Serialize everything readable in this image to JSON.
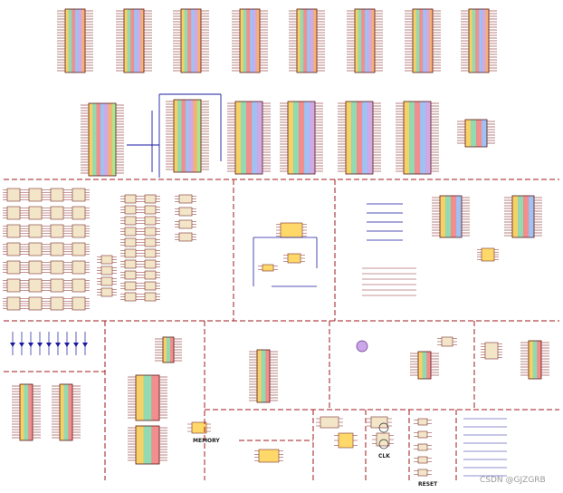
{
  "labels": {
    "memory": "MEMORY",
    "clk": "CLK",
    "reset": "RESET",
    "watermark": "CSDN @GJZGRB"
  },
  "colors": {
    "background": "#ffffff",
    "wire": "#1a1aa0",
    "border_dash": "#a01818",
    "pin": "#8b2a2a",
    "chip_palette": [
      "#f4c94c",
      "#7fd3a4",
      "#f07a7a",
      "#8fb6f0",
      "#c79be0",
      "#f6a35c",
      "#9fe07a"
    ]
  }
}
